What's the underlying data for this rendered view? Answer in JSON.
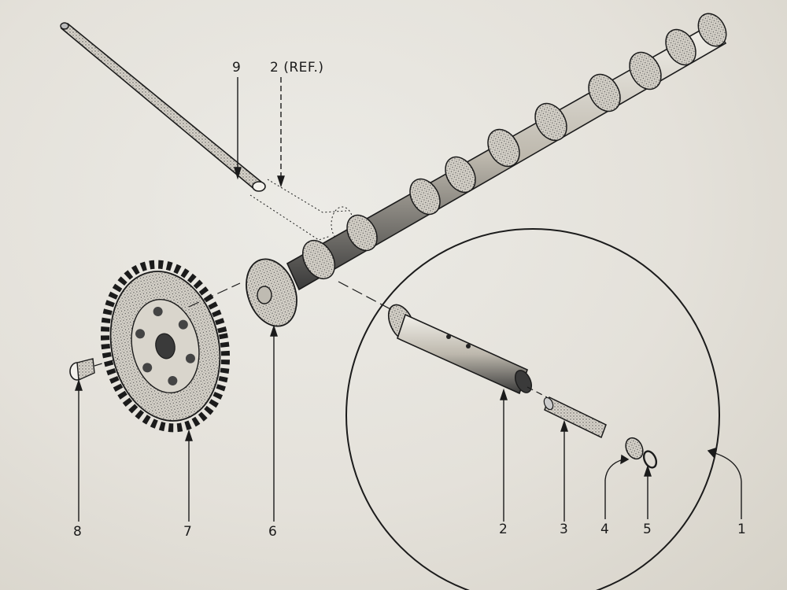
{
  "callouts": {
    "c1": "1",
    "c2": "2",
    "c2ref": "2 (REF.)",
    "c3": "3",
    "c4": "4",
    "c5": "5",
    "c6": "6",
    "c7": "7",
    "c8": "8",
    "c9": "9"
  },
  "colors": {
    "paper": "#e6e3dc",
    "ink": "#1b1b1b",
    "metal_fill": "#cfcbc2"
  }
}
